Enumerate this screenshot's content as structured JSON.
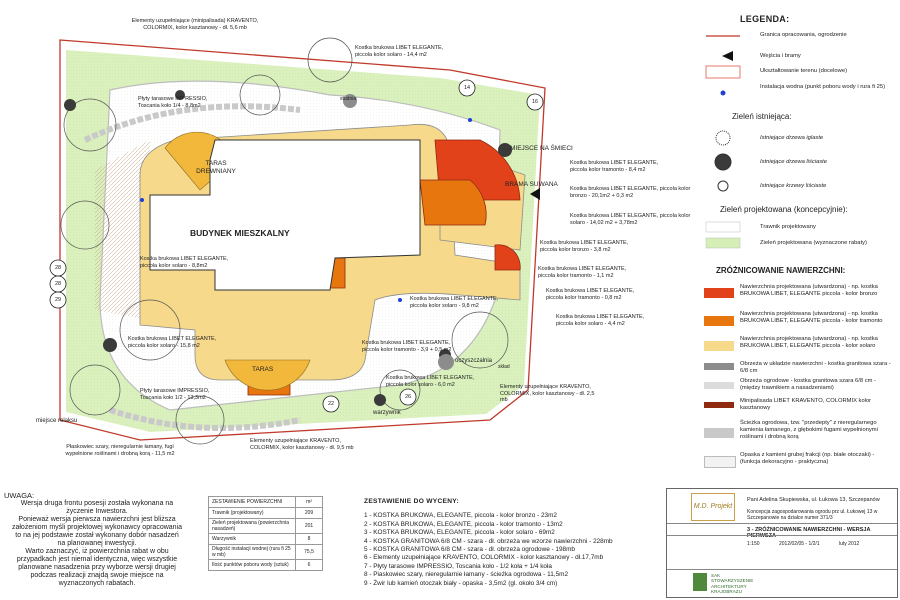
{
  "plan": {
    "building_label": "BUDYNEK MIESZKALNY",
    "terrace_top_label": "TARAS DREWNIANY",
    "terrace_bottom_label": "TARAS",
    "trash_label": "MIEJSCE NA ŚMIECI",
    "gate_label": "BRAMA SUWANA",
    "studnia_label": "studnia",
    "oczyszczalnia_label": "oczyszczalnia",
    "warzywnik_label": "warzywnik",
    "shed_label": "skład",
    "relax_label": "miejsce relaksu",
    "tree_numbers": [
      "14",
      "16",
      "28",
      "28",
      "29",
      "22",
      "26"
    ],
    "annotations": [
      "Elementy uzupełniające (minipalisada) KRAVENTO, COLORMIX, kolor kasztanowy - dł. 5,6 mb",
      "Kostka brukowa LIBET ELEGANTE, piccola kolor solaro - 14,4 m2",
      "Płyty tarasowe IMPRESSIO, Toscania koło 1/4 - 8,8m2",
      "Kostka brukowa LIBET ELEGANTE, piccola kolor tramonto - 8,4 m2",
      "Kostka brukowa LIBET ELEGANTE, piccola kolor bronzo - 20,1m2 + 0,3 m2",
      "Kostka brukowa LIBET ELEGANTE, piccola kolor solaro - 14,02 m2 + 3,78m2",
      "Kostka brukowa LIBET ELEGANTE, piccola kolor bronzo - 3,8 m2",
      "Kostka brukowa LIBET ELEGANTE, piccola kolor tramonto - 1,1 m2",
      "Kostka brukowa LIBET ELEGANTE, piccola kolor tramonto - 0,8 m2",
      "Kostka brukowa LIBET ELEGANTE, piccola kolor solaro - 9,8 m2",
      "Kostka brukowa LIBET ELEGANTE, piccola kolor solaro - 4,4 m2",
      "Kostka brukowa LIBET ELEGANTE, piccola kolor tramonto - 3,9 + 0,5 m2",
      "Kostka brukowa LIBET ELEGANTE, piccola kolor solaro - 15,8 m2",
      "Kostka brukowa LIBET ELEGANTE, piccola kolor solaro - 6,0 m2",
      "Elementy uzupełniające KRAVENTO, COLORMIX, kolor kasztanowy - dł. 2,5 mb",
      "Płyty tarasowe IMPRESSIO, Toscania koło 1/2 - 13,3m2",
      "Elementy uzupełniające KRAVENTO, COLORMIX, kolor kasztanowy - dł. 9,5 mb",
      "Płaskowiec szary, nieregularnie łamany, fugi wypełnione roślinami i drobną korą - 11,5 m2",
      "Kostka brukowa LIBET ELEGANTE, piccola kolor solaro - 8,8m2"
    ]
  },
  "legend": {
    "title": "LEGENDA:",
    "items": [
      {
        "label": "Granica opracowania, ogrodzenie",
        "color": "#c0392b"
      },
      {
        "label": "Wejścia i bramy",
        "color": "#111111"
      },
      {
        "label": "Ukształtowanie terenu (docelowe)",
        "color": "#e05a4a"
      },
      {
        "label": "Instalacja wodna (punkt poboru wody i rura fi 25)",
        "color": "#1f3fd6"
      }
    ],
    "existing_title": "Zieleń istniejąca:",
    "existing": [
      "Istniejące drzewa iglaste",
      "Istniejące drzewa liściaste",
      "Istniejące krzewy liściaste"
    ],
    "proposed_title": "Zieleń projektowana (koncepcyjnie):",
    "proposed": [
      {
        "label": "Trawnik projektowany",
        "color": "#ffffff"
      },
      {
        "label": "Zieleń projektowana (wyznaczone rabaty)",
        "color": "#d6efb6"
      }
    ],
    "surfaces_title": "ZRÓŻNICOWANIE NAWIERZCHNI:",
    "surfaces": [
      {
        "label": "Nawierzchnia projektowana (utwardzona) - np. kostka BRUKOWA LIBET, ELEGANTE piccola - kolor bronzo",
        "color": "#e2421a"
      },
      {
        "label": "Nawierzchnia projektowana (utwardzona) - np. kostka BRUKOWA LIBET, ELEGANTE piccola - kolor tramonto",
        "color": "#e8760f"
      },
      {
        "label": "Nawierzchnia projektowana (utwardzona) - np. kostka BRUKOWA LIBET, ELEGANTE piccola - kolor solaro",
        "color": "#f6d98a"
      },
      {
        "label": "Obrzeża w układzie nawierzchni - kostka granitowa szara - 6/8 cm",
        "color": "#8c8c8c"
      },
      {
        "label": "Obrzeża ogrodowe - kostka granitowa szara 6/8 cm - (między trawnikiem a nasadzeniami)",
        "color": "#dcdcdc"
      },
      {
        "label": "Minipalisada LIBET KRAVENTO, COLORMIX kolor kasztanowy",
        "color": "#8e2a10"
      },
      {
        "label": "Ścieżka ogrodowa, tzw. \"przedepty\" z nieregularnego kamienia łamanego, z głębokimi fugami wypełnionymi roślinami i drobną korą",
        "color": "#c9c9c9"
      },
      {
        "label": "Opaska z kamieni grubej frakcji (np. białe otoczaki) - (funkcja dekoracyjno - praktyczna)",
        "color": "#f2f2f2"
      }
    ]
  },
  "notes": {
    "title": "UWAGA:",
    "lines": [
      "Wersja druga frontu posesji została wykonana na",
      "życzenie Inwestora.",
      "Ponieważ wersja pierwsza nawierzchni jest bliższa",
      "założeniom myśli projektowej wykonawcy opracowania",
      "to na jej podstawie został wykonany dobór nasadzeń",
      "na planowanej inwestycji.",
      "Warto zaznaczyć, iż powierzchnia rabat w obu",
      "przypadkach jest niemal identyczna, więc wszystkie",
      "planowane nasadzenia przy wyborze wersji drugiej",
      "podczas realizacji znajdą swoje miejsce na",
      "wyznaczonych rabatach."
    ]
  },
  "areas": {
    "header": [
      "ZESTAWIENIE POWIERZCHNI",
      "m²"
    ],
    "rows": [
      [
        "Trawnik (projektowany)",
        "209"
      ],
      [
        "Zieleń projektowana (powierzchnia nasadzeń)",
        "201"
      ],
      [
        "Warzywnik",
        "8"
      ],
      [
        "Długość instalacji wodnej (rura fi 25 w mb)",
        "75,5"
      ],
      [
        "Ilość punktów poboru wody (sztuk)",
        "6"
      ]
    ]
  },
  "summary": {
    "title": "ZESTAWIENIE DO WYCENY:",
    "lines": [
      "1 - KOSTKA BRUKOWA, ELEGANTE, piccola - kolor bronzo - 23m2",
      "2 - KOSTKA BRUKOWA, ELEGANTE, piccola - kolor tramonto - 13m2",
      "3 - KOSTKA BRUKOWA, ELEGANTE, piccola - kolor solaro - 69m2",
      "4 - KOSTKA GRANITOWA 6/8 CM - szara - dł. obrzeża we wzorze nawierzchni - 228mb",
      "5 - KOSTKA GRANITOWA 6/8 CM - szara - dł. obrzeża ogrodowe - 198mb",
      "6 - Elementy uzupełniające KRAVENTO, COLORMIX - kolor kasztanowy - dł.17,7mb",
      "7 - Płyty tarasowe IMPRESSIO, Toscania koło - 1/2 koła + 1/4 koła",
      "8 - Piaskowiec szary, nieregularnie łamany - ścieżka ogrodowa - 11,5m2",
      "9 - Żwir lub kamień otoczak biały - opaska - 3,5m2 (gl. około 3/4 cm)"
    ]
  },
  "titleblock": {
    "investor": "Pani Adelina Skupiewska, ul. Łukowa 13, Szczepanów",
    "project": "Koncepcja zagospodarowania ogrodu prz ul. Łukowej 13 w Szczepanowie na działce numer 371/3",
    "drawing_title": "3 - ZRÓŻNICOWANIE NAWIERZCHNI - WERSJA PIERWSZA",
    "scale": "1:150",
    "number": "2012/02/05 - 1/2/1",
    "date": "luty 2012",
    "firm_logo": "M.D. Projekt",
    "association": "SAK STOWARZYSZENIE ARCHITEKTURY KRAJOBRAZU"
  },
  "colors": {
    "bronzo": "#e2421a",
    "tramonto": "#e8760f",
    "solaro": "#f6d98a",
    "planting": "#d6efb6",
    "boundary": "#c0392b",
    "minipalisada": "#8e2a10"
  }
}
